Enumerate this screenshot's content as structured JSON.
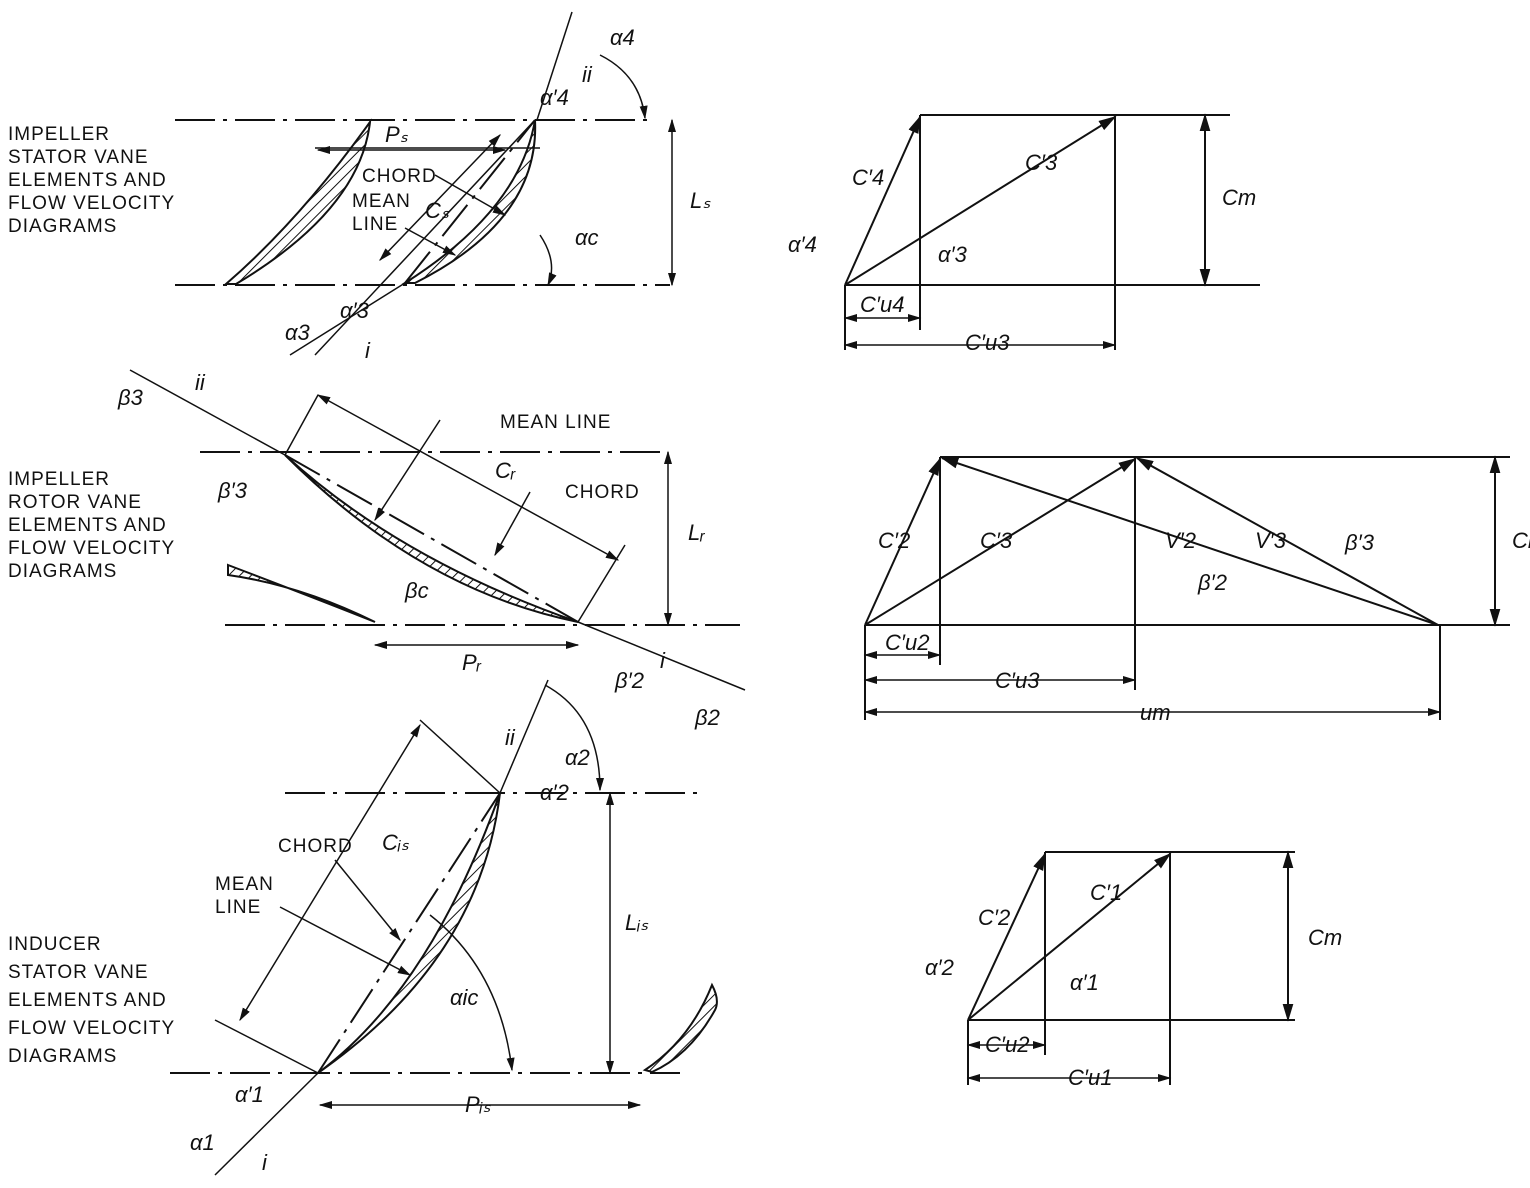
{
  "sections": {
    "impeller_stator": {
      "title_lines": [
        "IMPELLER",
        "STATOR VANE",
        "ELEMENTS AND",
        "FLOW VELOCITY",
        "DIAGRAMS"
      ],
      "labels": {
        "pitch": "Pₛ",
        "chord": "CHORD",
        "chord_len": "Cₛ",
        "mean_line": [
          "MEAN",
          "LINE"
        ],
        "length": "Lₛ",
        "alpha_c": "αc",
        "alpha4": "α4",
        "alpha4p": "α′4",
        "ii": "ii",
        "alpha3": "α3",
        "alpha3p": "α′3",
        "i": "i"
      }
    },
    "impeller_rotor": {
      "title_lines": [
        "IMPELLER",
        "ROTOR VANE",
        "ELEMENTS AND",
        "FLOW VELOCITY",
        "DIAGRAMS"
      ],
      "labels": {
        "mean_line": "MEAN LINE",
        "chord": "CHORD",
        "chord_len": "Cᵣ",
        "length": "Lᵣ",
        "pitch": "Pᵣ",
        "beta_c": "βc",
        "beta3": "β3",
        "beta3p": "β′3",
        "ii": "ii",
        "beta2": "β2",
        "beta2p": "β′2",
        "i": "i"
      }
    },
    "inducer_stator": {
      "title_lines": [
        "INDUCER",
        "STATOR VANE",
        "ELEMENTS AND",
        "FLOW VELOCITY",
        "DIAGRAMS"
      ],
      "labels": {
        "chord": "CHORD",
        "chord_len": "Cᵢₛ",
        "mean_line": [
          "MEAN",
          "LINE"
        ],
        "length": "Lᵢₛ",
        "pitch": "Pᵢₛ",
        "alpha_ic": "αic",
        "alpha2": "α2",
        "alpha2p": "α′2",
        "ii": "ii",
        "alpha1": "α1",
        "alpha1p": "α′1",
        "i": "i"
      }
    }
  },
  "velocity_diagrams": {
    "stator": {
      "c4": "C′4",
      "c3": "C′3",
      "cm": "Cm",
      "a4": "α′4",
      "a3": "α′3",
      "cu4": "C′u4",
      "cu3": "C′u3"
    },
    "rotor": {
      "c2": "C′2",
      "c3": "C′3",
      "v2": "V′2",
      "v3": "V′3",
      "b3": "β′3",
      "b2": "β′2",
      "cm": "Cm",
      "cu2": "C′u2",
      "cu3": "C′u3",
      "um": "um"
    },
    "inducer": {
      "c2": "C′2",
      "c1": "C′1",
      "a2": "α′2",
      "a1": "α′1",
      "cm": "Cm",
      "cu2": "C′u2",
      "cu1": "C′u1"
    }
  }
}
